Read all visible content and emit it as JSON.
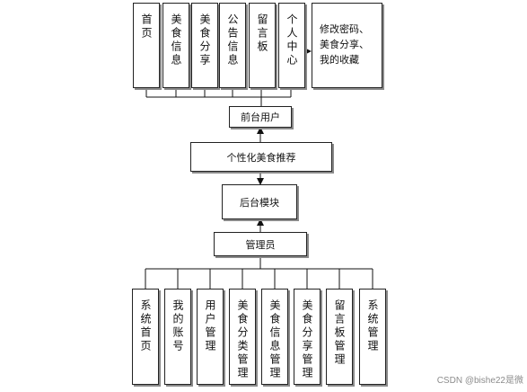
{
  "top_row": [
    {
      "id": "home",
      "label": "首页"
    },
    {
      "id": "food-info",
      "label": "美食信息"
    },
    {
      "id": "food-share",
      "label": "美食分享"
    },
    {
      "id": "notice-info",
      "label": "公告信息"
    },
    {
      "id": "message-board",
      "label": "留言板"
    },
    {
      "id": "user-center",
      "label": "个人中心"
    }
  ],
  "user_center_detail": "修改密码、美食分享、我的收藏",
  "front_user": "前台用户",
  "recommend": "个性化美食推荐",
  "backend": "后台模块",
  "admin": "管理员",
  "bottom_row": [
    {
      "id": "sys-home",
      "label": "系统首页"
    },
    {
      "id": "my-account",
      "label": "我的账号"
    },
    {
      "id": "user-mgmt",
      "label": "用户管理"
    },
    {
      "id": "category-mgmt",
      "label": "美食分类管理"
    },
    {
      "id": "food-info-mgmt",
      "label": "美食信息管理"
    },
    {
      "id": "food-share-mgmt",
      "label": "美食分享管理"
    },
    {
      "id": "message-board-mgmt",
      "label": "留言板管理"
    },
    {
      "id": "sys-mgmt",
      "label": "系统管理"
    }
  ],
  "watermark": "CSDN @bishe22是微"
}
